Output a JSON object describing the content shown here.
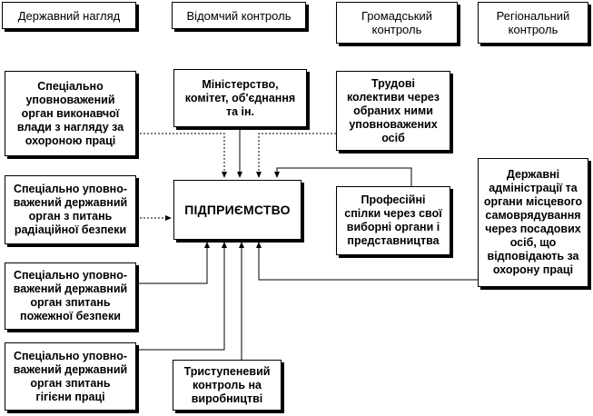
{
  "headers": [
    {
      "id": "state",
      "text": "Державний нагляд"
    },
    {
      "id": "departmental",
      "text": "Відомчий контроль"
    },
    {
      "id": "public",
      "text": "Громадський\nконтроль"
    },
    {
      "id": "regional",
      "text": "Регіональний\nконтроль"
    }
  ],
  "center": {
    "text": "ПІДПРИЄМСТВО"
  },
  "nodes": {
    "labor_body": "Спеціально\nуповноважений\nорган виконавчої\nвлади з нагляду за\nохороною праці",
    "radiation": "Спеціально уповно-\nважений державний\nорган з питань\nрадіаційної безпеки",
    "fire": "Спеціально уповно-\nважений державний\nорган зпитань\nпожежної безпеки",
    "hygiene": "Спеціально уповно-\nважений державний\nорган зпитань\nгігієни праці",
    "ministry": "Міністерство,\nкомітет, об'єднання\nта ін.",
    "three_stage": "Триступеневий\nконтроль на\nвиробництві",
    "collectives": "Трудові\nколективи через\nобраних ними\nуповноважених\nосіб",
    "unions": "Професійні\nспілки через свої\nвиборні органи і\nпредставництва",
    "admin": "Державні\nадміністрації та\nоргани місцевого\nсамоврядування\nчерез посадових\nосіб, що\nвідповідають за\nохорону праці"
  }
}
